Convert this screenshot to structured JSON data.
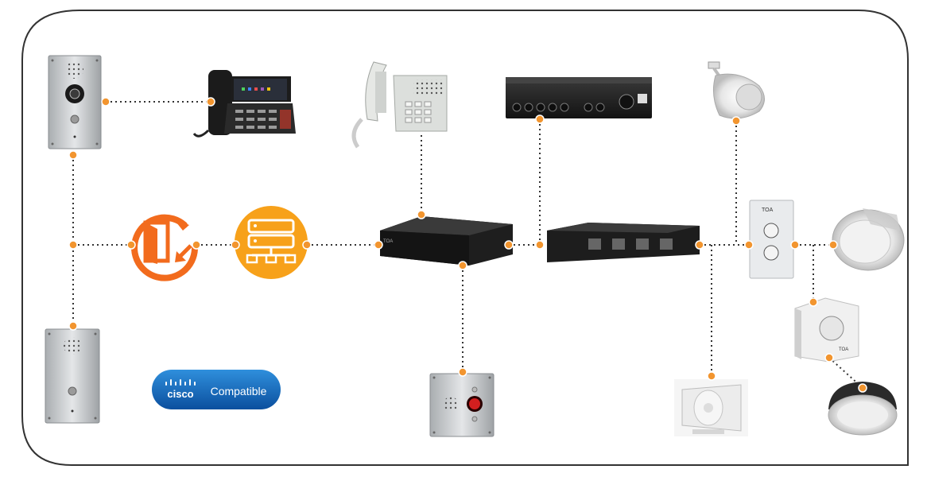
{
  "badge": {
    "brand": "cisco",
    "label": "Compatible",
    "color_top": "#2f8fdc",
    "color_bottom": "#0b4f9e"
  },
  "devices": {
    "intercom_top": "intercom-panel",
    "ip_phone": "desk-ip-phone",
    "handset": "analog-handset-phone",
    "mixer_amp": "mixer-amplifier",
    "pendant_speaker": "pendant-speaker",
    "door_access": "door-access-icon",
    "server": "network-server-icon",
    "gateway": "network-audio-gateway",
    "power_amp": "multi-channel-power-amplifier",
    "volume_plate": "wall-volume-plate",
    "ceiling_speaker": "ceiling-speaker",
    "intercom_bottom": "intercom-panel-small",
    "emergency_station": "emergency-call-station",
    "horn_speaker": "horn-speaker",
    "wall_volume_box": "wall-mount-volume-control",
    "recessed_speaker": "recessed-ceiling-speaker"
  },
  "colors": {
    "connector": "#f2952f",
    "icon_orange": "#f26b1d",
    "server_orange": "#f7a11a",
    "frame": "#333333",
    "dotted_line": "#333333"
  }
}
